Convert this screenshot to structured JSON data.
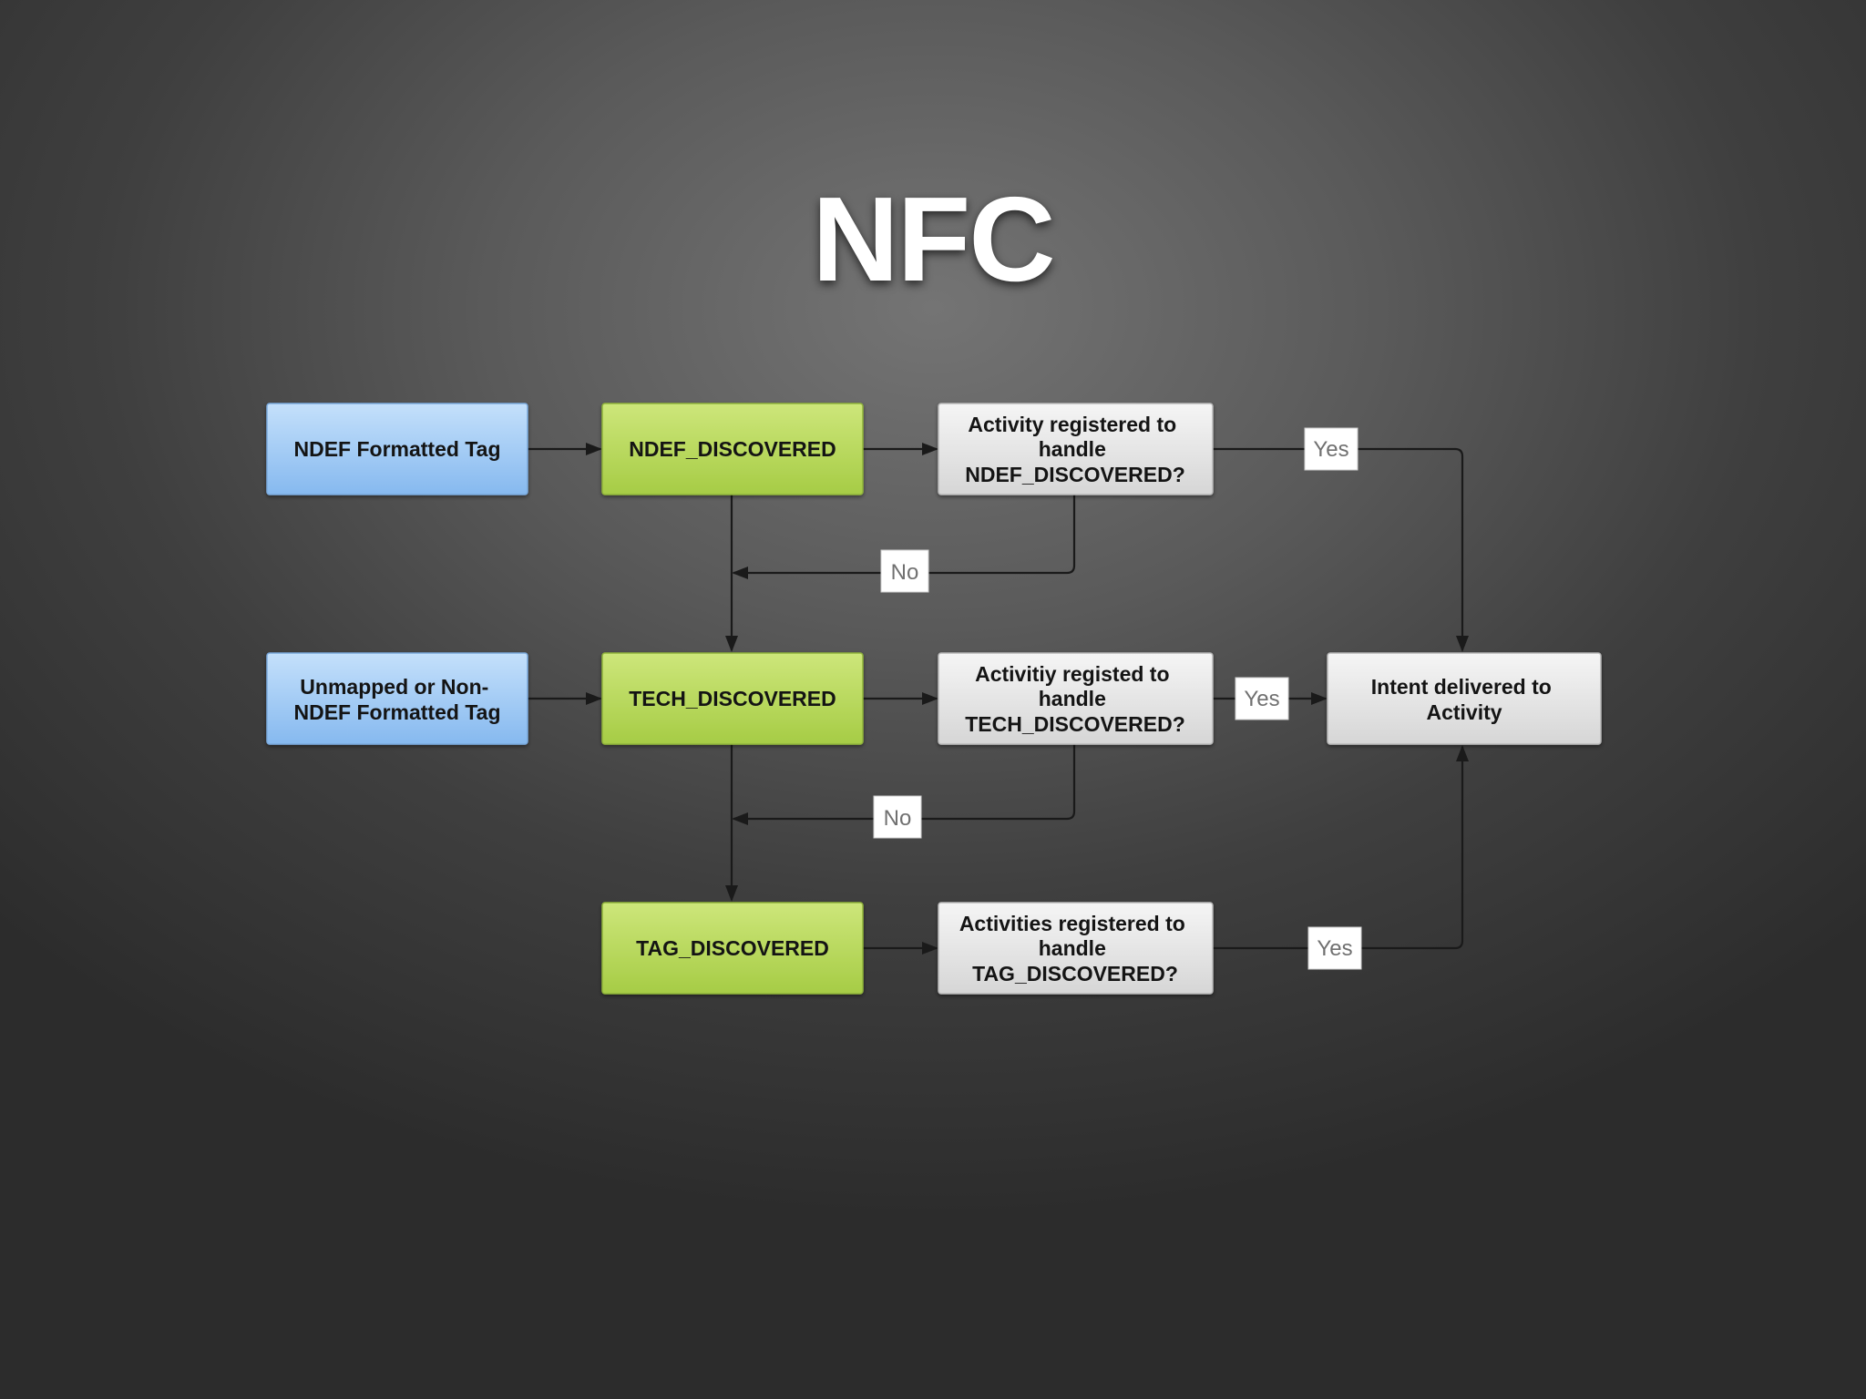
{
  "title": "NFC",
  "colors": {
    "tag_box": "#9cc8f6",
    "intent_box": "#b8d85a",
    "decision_box": "#e4e4e4",
    "connector": "#1a1a1a"
  },
  "nodes": {
    "ndef_tag": "NDEF Formatted Tag",
    "ndef_discovered": "NDEF_DISCOVERED",
    "ndef_question": [
      "Activity registered to",
      "handle",
      "NDEF_DISCOVERED?"
    ],
    "unmapped_tag": [
      "Unmapped or Non-",
      "NDEF Formatted Tag"
    ],
    "tech_discovered": "TECH_DISCOVERED",
    "tech_question": [
      "Activitiy registed to",
      "handle",
      "TECH_DISCOVERED?"
    ],
    "intent_delivered": [
      "Intent delivered to",
      "Activity"
    ],
    "tag_discovered": "TAG_DISCOVERED",
    "tag_question": [
      "Activities registered to",
      "handle",
      "TAG_DISCOVERED?"
    ]
  },
  "edge_labels": {
    "ndef_yes": "Yes",
    "ndef_no": "No",
    "tech_yes": "Yes",
    "tech_no": "No",
    "tag_yes": "Yes"
  }
}
